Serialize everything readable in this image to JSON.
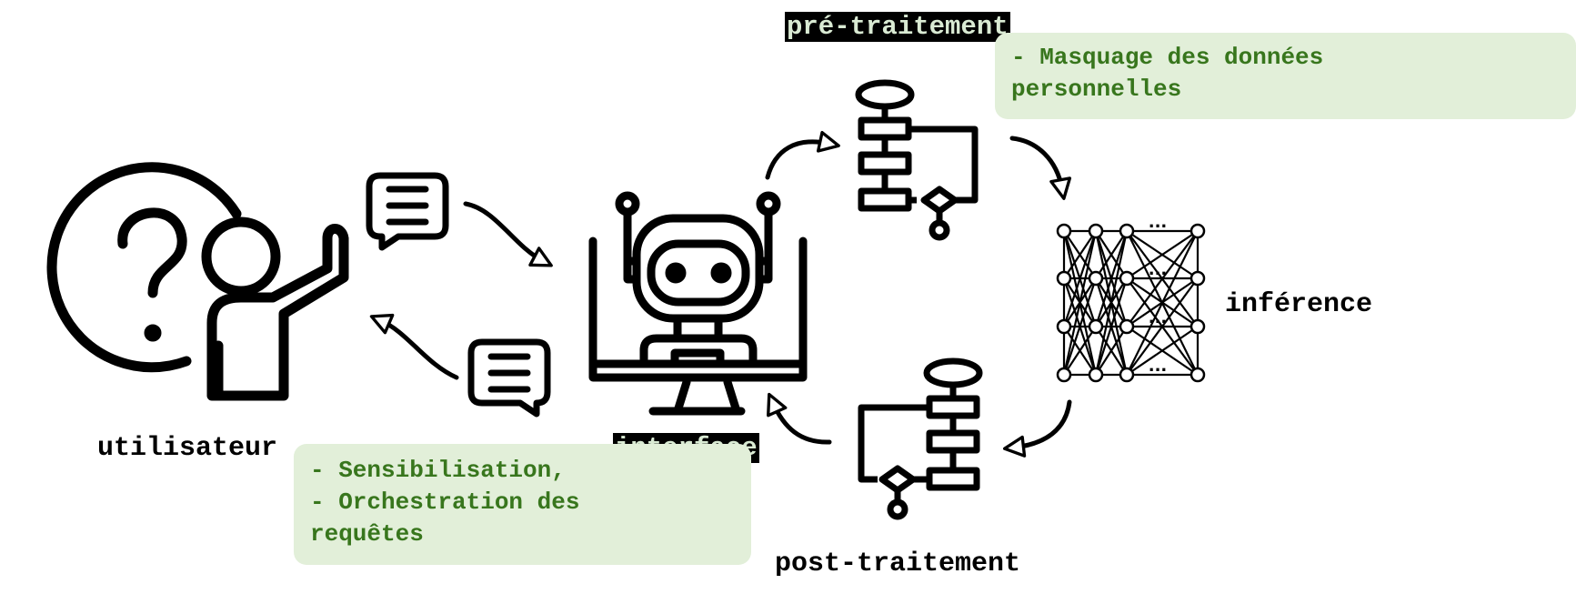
{
  "nodes": {
    "user": {
      "label": "utilisateur",
      "icon": "user-question-icon"
    },
    "interface": {
      "label": "interface",
      "icon": "robot-monitor-icon"
    },
    "pre": {
      "label": "pré-traitement",
      "icon": "flowchart-icon"
    },
    "inference": {
      "label": "inférence",
      "icon": "neural-network-icon",
      "ellipsis": "..."
    },
    "post": {
      "label": "post-traitement",
      "icon": "flowchart-icon"
    }
  },
  "notes": {
    "interface": "- Sensibilisation,\n- Orchestration des\nrequêtes",
    "pre": "- Masquage des données\npersonnelles"
  },
  "colors": {
    "note_bg": "#e2efd9",
    "note_text": "#38761d",
    "highlight_bg": "#000000",
    "highlight_text": "#d9ead3",
    "stroke": "#000000"
  }
}
